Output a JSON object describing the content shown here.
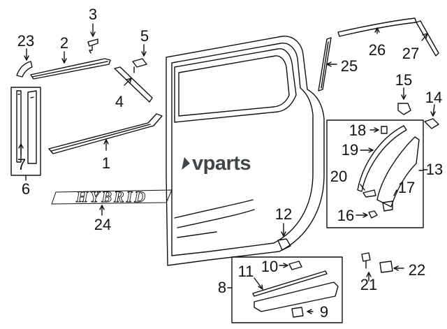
{
  "watermark": {
    "text": "vparts"
  },
  "emblem": {
    "text": "HYBRID"
  },
  "callouts": {
    "c1": "1",
    "c2": "2",
    "c3": "3",
    "c4": "4",
    "c5": "5",
    "c6": "6",
    "c7": "7",
    "c8": "8",
    "c9": "9",
    "c10": "10",
    "c11": "11",
    "c12": "12",
    "c13": "13",
    "c14": "14",
    "c15": "15",
    "c16": "16",
    "c17": "17",
    "c18": "18",
    "c19": "19",
    "c20": "20",
    "c21": "21",
    "c22": "22",
    "c23": "23",
    "c24": "24",
    "c25": "25",
    "c26": "26",
    "c27": "27"
  }
}
